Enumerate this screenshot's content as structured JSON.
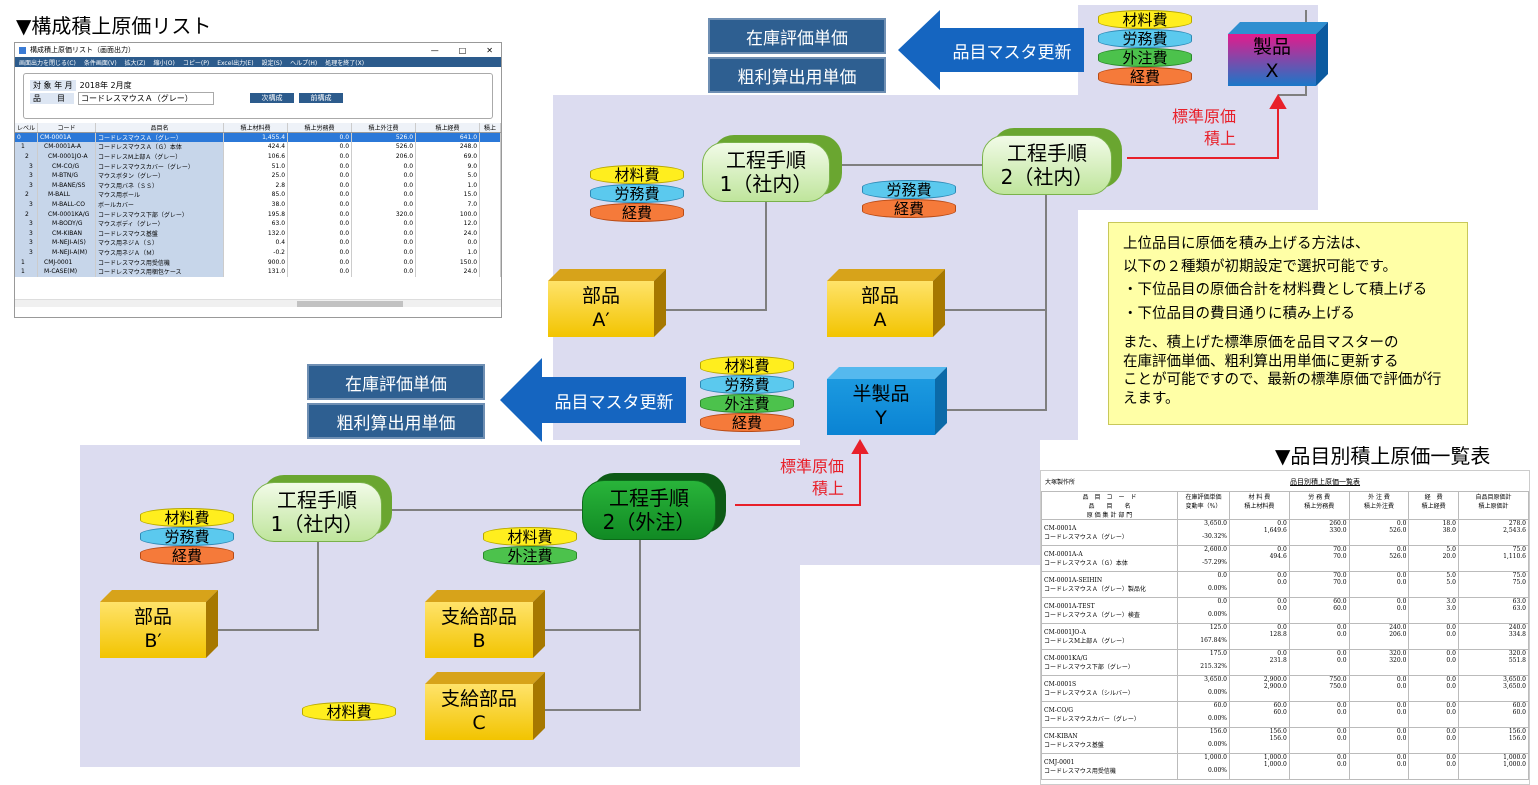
{
  "titles": {
    "list_title": "▼構成積上原価リスト",
    "report_title": "▼品目別積上原価一覧表"
  },
  "buttons": {
    "top": [
      "在庫評価単価",
      "粗利算出用単価"
    ],
    "mid": [
      "在庫評価単価",
      "粗利算出用単価"
    ]
  },
  "arrows": {
    "top": "品目マスタ更新",
    "mid": "品目マスタ更新"
  },
  "costs": {
    "material": "材料費",
    "labor": "労務費",
    "outsource": "外注費",
    "expense": "経費"
  },
  "products": {
    "x_line1": "製品",
    "x_line2": "X",
    "y_line1": "半製品",
    "y_line2": "Y"
  },
  "parts": {
    "a_prime_1": "部品",
    "a_prime_2": "A′",
    "a_1": "部品",
    "a_2": "A",
    "b_prime_1": "部品",
    "b_prime_2": "B′",
    "sb_1": "支給部品",
    "sb_2": "B",
    "sc_1": "支給部品",
    "sc_2": "C"
  },
  "processes": {
    "p1_line1": "工程手順",
    "p1_line2": "1（社内）",
    "p2_line1": "工程手順",
    "p2_line2": "2（社内）",
    "p3_line1": "工程手順",
    "p3_line2": "1（社内）",
    "p4_line1": "工程手順",
    "p4_line2": "2（外注）"
  },
  "red_labels": {
    "top_1": "標準原価",
    "top_2": "積上",
    "mid_1": "標準原価",
    "mid_2": "積上"
  },
  "note": {
    "lines": [
      "上位品目に原価を積み上げる方法は、",
      "以下の２種類が初期設定で選択可能です。",
      "・下位品目の原価合計を材料費として積上げる",
      "・下位品目の費目通りに積み上げる"
    ],
    "lines2": [
      "また、積上げた標準原価を品目マスターの",
      "在庫評価単価、粗利算出用単価に更新する",
      "ことが可能ですので、最新の標準原価で評価が行",
      "えます。"
    ]
  },
  "window": {
    "title": "構成積上原価リスト（画面出力）",
    "menu": [
      "画面出力を閉じる(C)",
      "条件画面(V)",
      "拡大(Z)",
      "縮小(O)",
      "コピー(P)",
      "Excel出力(E)",
      "設定(S)",
      "ヘルプ(H)",
      "処理を終了(X)"
    ],
    "target_label": "対 象 年 月",
    "target_value": "2018年 2月度",
    "item_label": "品　　目",
    "item_value": "コードレスマウスＡ（グレー）",
    "next_btn": "次構成",
    "prev_btn": "前構成",
    "headers": [
      "レベル",
      "コード",
      "品目名",
      "積上材料費",
      "積上労務費",
      "積上外注費",
      "積上経費",
      "積上"
    ],
    "rows": [
      [
        "0",
        "CM-0001A",
        "コードレスマウスＡ（グレー）",
        "1,455.4",
        "0.0",
        "526.0",
        "641.0"
      ],
      [
        "1",
        "CM-0001A-A",
        "コードレスマウスＡ（Ｇ）本体",
        "424.4",
        "0.0",
        "526.0",
        "248.0"
      ],
      [
        "2",
        "CM-0001JO-A",
        "コードレスM上部Ａ（グレー）",
        "106.6",
        "0.0",
        "206.0",
        "69.0"
      ],
      [
        "3",
        "CM-CO/G",
        "コードレスマウスカバー（グレー）",
        "51.0",
        "0.0",
        "0.0",
        "9.0"
      ],
      [
        "3",
        "M-BTN/G",
        "マウスボタン（グレー）",
        "25.0",
        "0.0",
        "0.0",
        "5.0"
      ],
      [
        "3",
        "M-BANE/SS",
        "マウス用バネ（ＳＳ）",
        "2.8",
        "0.0",
        "0.0",
        "1.0"
      ],
      [
        "2",
        "M-BALL",
        "マウス用ボール",
        "85.0",
        "0.0",
        "0.0",
        "15.0"
      ],
      [
        "3",
        "M-BALL-CO",
        "ボールカバー",
        "38.0",
        "0.0",
        "0.0",
        "7.0"
      ],
      [
        "2",
        "CM-0001KA/G",
        "コードレスマウス下部（グレー）",
        "195.8",
        "0.0",
        "320.0",
        "100.0"
      ],
      [
        "3",
        "M-BODY/G",
        "マウスボディ（グレー）",
        "63.0",
        "0.0",
        "0.0",
        "12.0"
      ],
      [
        "3",
        "CM-KIBAN",
        "コードレスマウス基盤",
        "132.0",
        "0.0",
        "0.0",
        "24.0"
      ],
      [
        "3",
        "M-NEJI-A(S)",
        "マウス用ネジＡ（Ｓ）",
        "0.4",
        "0.0",
        "0.0",
        "0.0"
      ],
      [
        "3",
        "M-NEJI-A(M)",
        "マウス用ネジＡ（Ｍ）",
        "-0.2",
        "0.0",
        "0.0",
        "1.0"
      ],
      [
        "1",
        "CMJ-0001",
        "コードレスマウス用受信機",
        "900.0",
        "0.0",
        "0.0",
        "150.0"
      ],
      [
        "1",
        "M-CASE(M)",
        "コードレスマウス用梱包ケース",
        "131.0",
        "0.0",
        "0.0",
        "24.0"
      ]
    ]
  },
  "report": {
    "company": "大塚製作所",
    "title": "品目別積上原価一覧表",
    "headers": [
      "品　目　コ　ー　ド\n品　　目　　名\n原 価 集 計 部 門",
      "在庫評価単価\n変動率（%）",
      "材 料 費\n積上材料費",
      "労 務 費\n積上労務費",
      "外 注 費\n積上外注費",
      "経　費\n積上経費",
      "自品目原価計\n積上原価計"
    ],
    "rows": [
      [
        "CM-0001A",
        "コードレスマウスＡ（グレー）",
        "3,650.0",
        "-30.32%",
        "0.0",
        "1,649.6",
        "260.0",
        "330.0",
        "0.0",
        "526.0",
        "18.0",
        "38.0",
        "278.0",
        "2,543.6"
      ],
      [
        "CM-0001A-A",
        "コードレスマウスＡ（Ｇ）本体",
        "2,600.0",
        "-57.29%",
        "0.0",
        "494.6",
        "70.0",
        "70.0",
        "0.0",
        "526.0",
        "5.0",
        "20.0",
        "75.0",
        "1,110.6"
      ],
      [
        "CM-0001A-SEIHIN",
        "コードレスマウスＡ（グレー）製品化",
        "0.0",
        "0.00%",
        "0.0",
        "0.0",
        "70.0",
        "70.0",
        "0.0",
        "0.0",
        "5.0",
        "5.0",
        "75.0",
        "75.0"
      ],
      [
        "CM-0001A-TEST",
        "コードレスマウスＡ（グレー）検査",
        "0.0",
        "0.00%",
        "0.0",
        "0.0",
        "60.0",
        "60.0",
        "0.0",
        "0.0",
        "3.0",
        "3.0",
        "63.0",
        "63.0"
      ],
      [
        "CM-0001JO-A",
        "コードレスM上部Ａ（グレー）",
        "125.0",
        "167.84%",
        "0.0",
        "128.8",
        "0.0",
        "0.0",
        "240.0",
        "206.0",
        "0.0",
        "0.0",
        "240.0",
        "334.8"
      ],
      [
        "CM-0001KA/G",
        "コードレスマウス下部（グレー）",
        "175.0",
        "215.32%",
        "0.0",
        "231.8",
        "0.0",
        "0.0",
        "320.0",
        "320.0",
        "0.0",
        "0.0",
        "320.0",
        "551.8"
      ],
      [
        "CM-0001S",
        "コードレスマウスＡ（シルバー）",
        "3,650.0",
        "0.00%",
        "2,900.0",
        "2,900.0",
        "750.0",
        "750.0",
        "0.0",
        "0.0",
        "0.0",
        "0.0",
        "3,650.0",
        "3,650.0"
      ],
      [
        "CM-CO/G",
        "コードレスマウスカバー（グレー）",
        "60.0",
        "0.00%",
        "60.0",
        "60.0",
        "0.0",
        "0.0",
        "0.0",
        "0.0",
        "0.0",
        "0.0",
        "60.0",
        "60.0"
      ],
      [
        "CM-KIBAN",
        "コードレスマウス基盤",
        "156.0",
        "0.00%",
        "156.0",
        "156.0",
        "0.0",
        "0.0",
        "0.0",
        "0.0",
        "0.0",
        "0.0",
        "156.0",
        "156.0"
      ],
      [
        "CMJ-0001",
        "コードレスマウス用受信機",
        "1,000.0",
        "0.00%",
        "1,000.0",
        "1,000.0",
        "0.0",
        "0.0",
        "0.0",
        "0.0",
        "0.0",
        "0.0",
        "1,000.0",
        "1,000.0"
      ]
    ]
  }
}
